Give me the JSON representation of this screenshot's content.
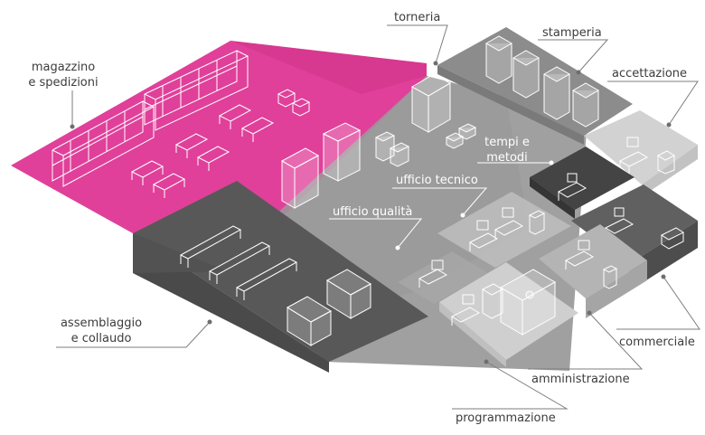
{
  "labels": {
    "magazzino": [
      "magazzino",
      "e spedizioni"
    ],
    "torneria": "torneria",
    "stamperia": "stamperia",
    "accettazione": "accettazione",
    "tempi_metodi": [
      "tempi e",
      "metodi"
    ],
    "ufficio_tecnico": "ufficio tecnico",
    "ufficio_qualita": "ufficio qualità",
    "assemblaggio": [
      "assemblaggio",
      "e collaudo"
    ],
    "commerciale": "commerciale",
    "amministrazione": "amministrazione",
    "programmazione": "programmazione"
  },
  "colors": {
    "magazzino": "#e0409a",
    "production_floor": "#9a9a9a",
    "assemblaggio": "#5a5a5a",
    "stamperia": "#8c8c8c",
    "accettazione": "#d2d2d2",
    "tempi_metodi": "#444444",
    "commerciale": "#5f5f5f",
    "ufficio_tecnico": "#bdbdbd",
    "amministrazione": "#b4b4b4",
    "programmazione": "#cfcfcf",
    "leader": "#7d7d7d"
  }
}
